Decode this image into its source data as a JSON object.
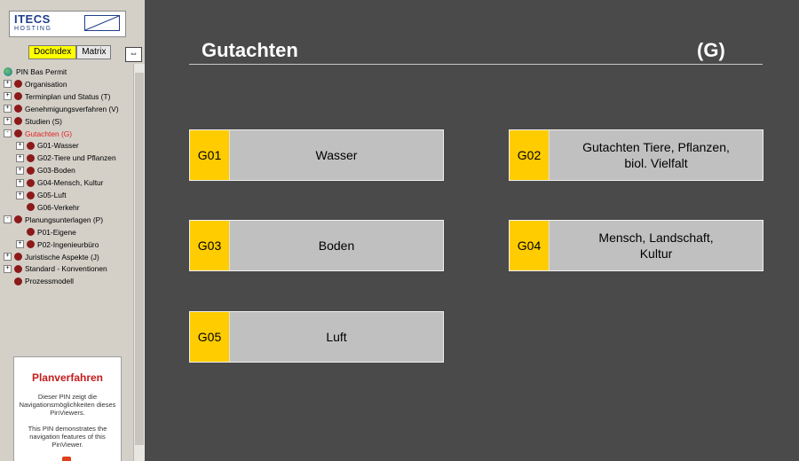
{
  "logo": {
    "name": "ITECS",
    "sub": "HOSTING"
  },
  "tabs": [
    {
      "label": "DocIndex",
      "active": true
    },
    {
      "label": "Matrix",
      "active": false
    }
  ],
  "tree": [
    {
      "label": "PIN Bas Permit",
      "level": 0,
      "icon": "globe-icon",
      "expander": "none"
    },
    {
      "label": "Organisation",
      "level": 0,
      "expander": "+"
    },
    {
      "label": "Terminplan und Status (T)",
      "level": 0,
      "expander": "+"
    },
    {
      "label": "Genehmigungsverfahren (V)",
      "level": 0,
      "expander": "+"
    },
    {
      "label": "Studien (S)",
      "level": 0,
      "expander": "+"
    },
    {
      "label": "Gutachten (G)",
      "level": 0,
      "expander": "-",
      "selected": true
    },
    {
      "label": "G01-Wasser",
      "level": 1,
      "expander": "+"
    },
    {
      "label": "G02-Tiere und Pflanzen",
      "level": 1,
      "expander": "+"
    },
    {
      "label": "G03-Boden",
      "level": 1,
      "expander": "+"
    },
    {
      "label": "G04-Mensch, Kultur",
      "level": 1,
      "expander": "+"
    },
    {
      "label": "G05-Luft",
      "level": 1,
      "expander": "+"
    },
    {
      "label": "G06-Verkehr",
      "level": 1,
      "expander": "none"
    },
    {
      "label": "Planungsunterlagen (P)",
      "level": 0,
      "expander": "-"
    },
    {
      "label": "P01-Eigene",
      "level": 1,
      "expander": "none"
    },
    {
      "label": "P02-Ingenieurbüro",
      "level": 1,
      "expander": "+"
    },
    {
      "label": "Juristische Aspekte (J)",
      "level": 0,
      "expander": "+"
    },
    {
      "label": "Standard - Konventionen",
      "level": 0,
      "expander": "+"
    },
    {
      "label": "Prozessmodell",
      "level": 0,
      "expander": "none"
    }
  ],
  "info": {
    "title": "Planverfahren",
    "text_de": "Dieser PIN zeigt die Navigationsmöglichkeiten dieses PinViewers.",
    "text_en": "This PIN demonstrates the navigation features of this PinViewer."
  },
  "main": {
    "title": "Gutachten",
    "code": "(G)",
    "cards": [
      {
        "id": "G01",
        "label": "Wasser"
      },
      {
        "id": "G02",
        "label": "Gutachten Tiere, Pflanzen,\nbiol. Vielfalt"
      },
      {
        "id": "G03",
        "label": "Boden"
      },
      {
        "id": "G04",
        "label": "Mensch, Landschaft,\nKultur"
      },
      {
        "id": "G05",
        "label": "Luft"
      }
    ]
  },
  "colors": {
    "background": "#4a4a4a",
    "id_accent": "#ffcc00",
    "card": "#c0c0c0",
    "tree_bullet": "#8b1a1a",
    "selected_text": "#e02020"
  }
}
